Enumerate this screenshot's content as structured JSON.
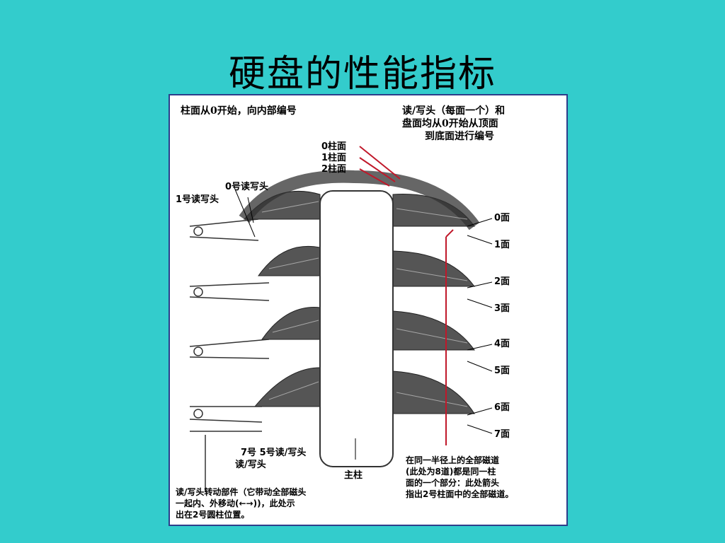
{
  "slide": {
    "title": "硬盘的性能指标"
  },
  "figure": {
    "top_left_caption": "柱面从0开始，向内部编号",
    "top_right_caption_line1": "读/写头（每面一个）和",
    "top_right_caption_line2": "盘面均从0开始从顶面",
    "top_right_caption_line3": "到底面进行编号",
    "cylinder_labels": [
      "0柱面",
      "1柱面",
      "2柱面"
    ],
    "head_labels": {
      "head0": "0号读写头",
      "head1": "1号读写头"
    },
    "surface_labels": [
      "0面",
      "1面",
      "2面",
      "3面",
      "4面",
      "5面",
      "6面",
      "7面"
    ],
    "bottom_head_label_line1": "7号 5号读/写头",
    "bottom_head_label_line2": "读/写头",
    "spindle_label": "主柱",
    "actuator_caption_line1": "读/写头转动部件（它带动全部磁头",
    "actuator_caption_line2": "一起内、外移动(←→))，此处示",
    "actuator_caption_line3": "出在2号圆柱位置。",
    "cylinder_caption_line1": "在同一半径上的全部磁道",
    "cylinder_caption_line2": "(此处为8道)都是同一柱",
    "cylinder_caption_line3": "面的一个部分：此处箭头",
    "cylinder_caption_line4": "指出2号柱面中的全部磁道。"
  }
}
